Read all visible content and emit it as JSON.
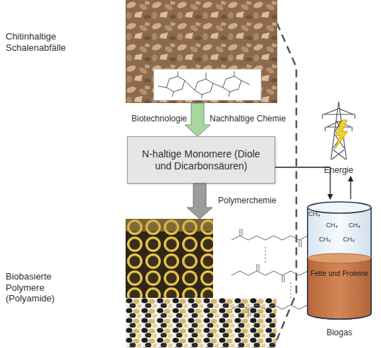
{
  "diagram": {
    "nodes": [
      {
        "text": [
          "Chitinhaltige Schalenabfälle"
        ]
      },
      {
        "text": [
          "N-haltige Monomere (Diole und Dicarbonsäuren)"
        ]
      },
      {
        "text": [
          "Biobasierte Polymere (Polyamide)"
        ]
      },
      {
        "text": [
          "Fette und Proteine",
          "Biogas"
        ]
      },
      {
        "text": [
          "Energie"
        ]
      }
    ],
    "edges": [
      {
        "from": 0,
        "to": 1,
        "arrow": "to"
      },
      {
        "from": 1,
        "to": 2,
        "label": "Polymerchemie",
        "arrow": "to"
      },
      {
        "from": 1,
        "to": 3,
        "arrow": "to"
      },
      {
        "from": 3,
        "to": 4,
        "arrow": "to"
      }
    ],
    "labels": [
      "Biotechnologie",
      "Nachhaltige Chemie",
      "CH₄",
      "CH₄",
      "CH₄",
      "CH₄",
      "CH₄"
    ]
  }
}
